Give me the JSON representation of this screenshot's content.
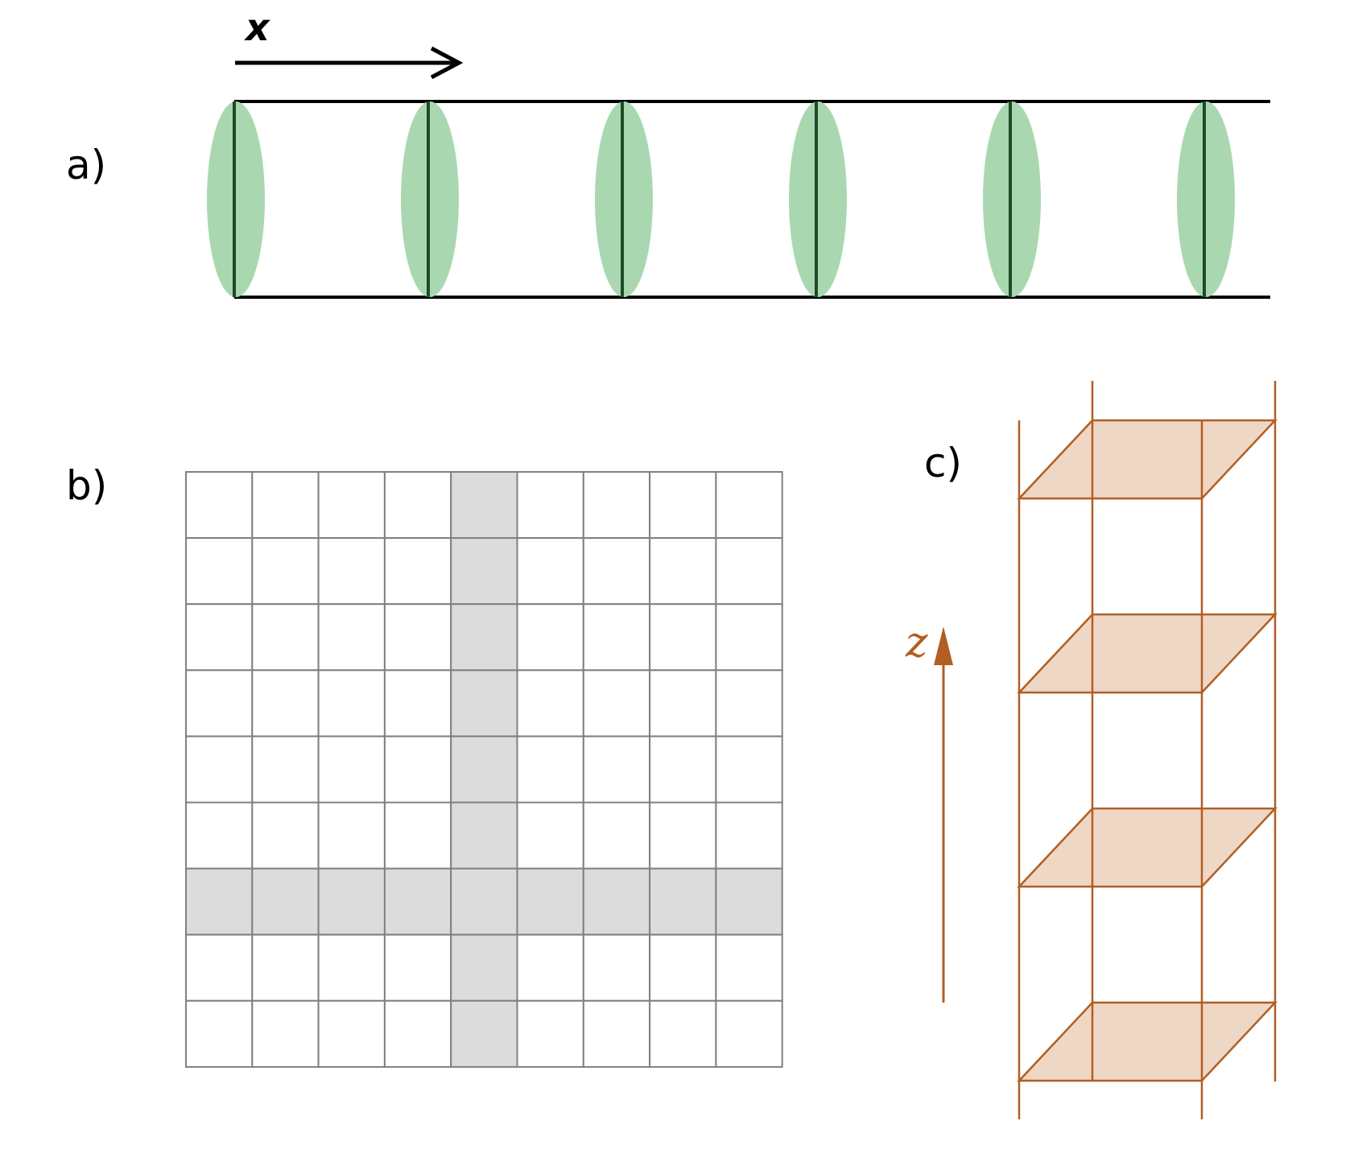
{
  "panels": {
    "a": {
      "label": "a)",
      "axis_label": "x",
      "disc_count": 6,
      "colors": {
        "disc_fill": "#a9d8b0",
        "disc_line": "#1f4a2a",
        "tube_line": "#000000"
      }
    },
    "b": {
      "label": "b)",
      "grid": {
        "columns": 9,
        "rows": 9,
        "highlight_column": 4,
        "highlight_row": 6
      },
      "colors": {
        "line": "#808080",
        "highlight": "#dcdcdc",
        "cell": "#ffffff"
      }
    },
    "c": {
      "label": "c)",
      "axis_label": "z",
      "plane_count": 4,
      "colors": {
        "line": "#b25e22",
        "plane_fill": "#eed7c4"
      }
    }
  }
}
